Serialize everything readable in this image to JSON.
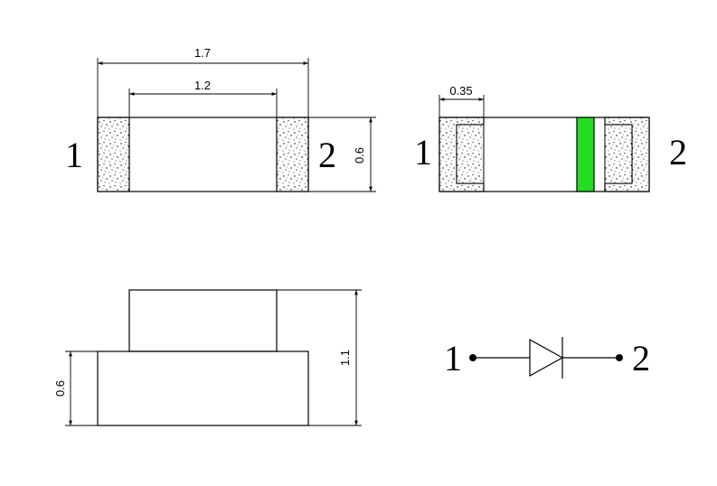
{
  "top_view": {
    "dim_overall": "1.7",
    "dim_inner": "1.2",
    "dim_height": "0.6",
    "pin_left": "1",
    "pin_right": "2"
  },
  "bottom_view": {
    "dim_pad": "0.35",
    "pin_left": "1",
    "pin_right": "2",
    "polarity_color": "#22dd22"
  },
  "side_view": {
    "dim_base": "0.6",
    "dim_total": "1.1"
  },
  "symbol": {
    "pin_left": "1",
    "pin_right": "2"
  }
}
